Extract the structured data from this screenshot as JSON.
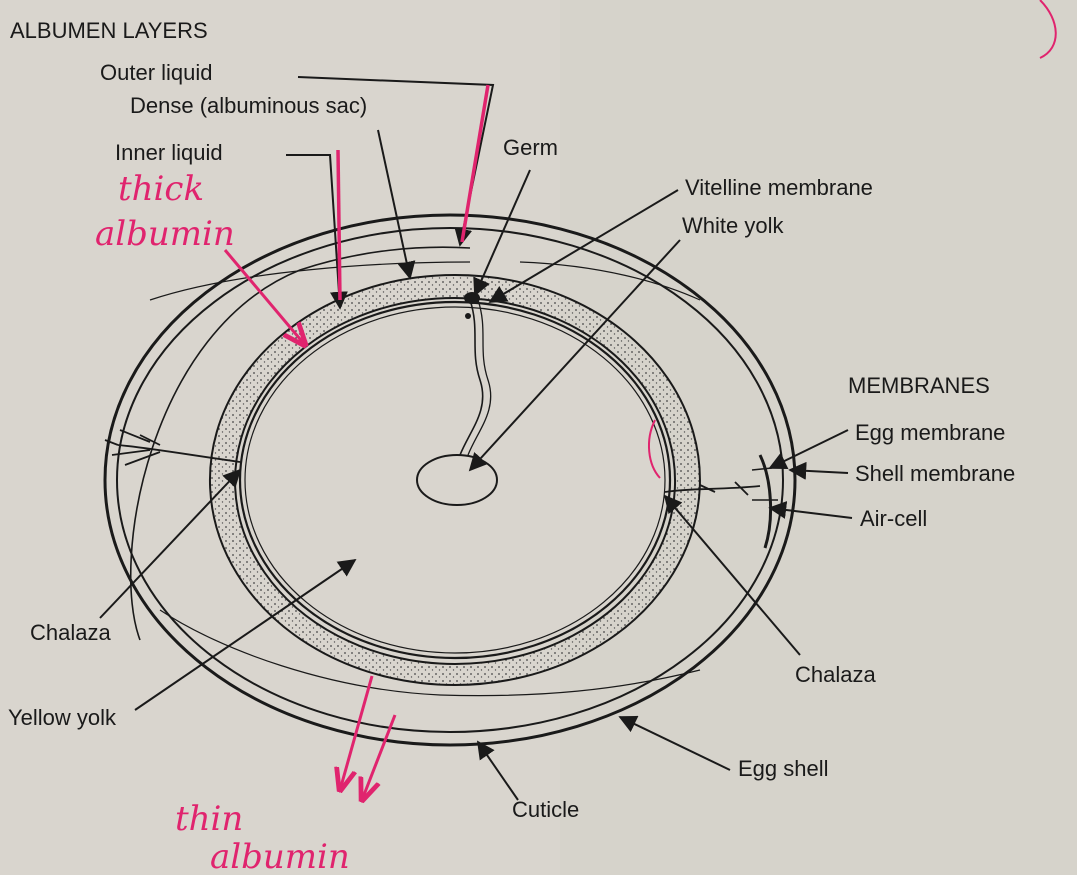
{
  "diagram": {
    "heading": "ALBUMEN LAYERS",
    "labels": {
      "outer_liquid": "Outer liquid",
      "dense": "Dense (albuminous sac)",
      "inner_liquid": "Inner liquid",
      "germ": "Germ",
      "vitelline_membrane": "Vitelline membrane",
      "white_yolk": "White yolk",
      "membranes_heading": "MEMBRANES",
      "egg_membrane": "Egg membrane",
      "shell_membrane": "Shell membrane",
      "air_cell": "Air-cell",
      "chalaza_left": "Chalaza",
      "chalaza_right": "Chalaza",
      "yellow_yolk": "Yellow yolk",
      "egg_shell": "Egg shell",
      "cuticle": "Cuticle"
    },
    "handwritten": {
      "thick_line1": "thick",
      "thick_line2": "albumin",
      "thin_line1": "thin",
      "thin_line2": "albumin"
    },
    "colors": {
      "paper": "#d9d5ce",
      "ink": "#1a1a1a",
      "annotation": "#e0246e"
    }
  }
}
